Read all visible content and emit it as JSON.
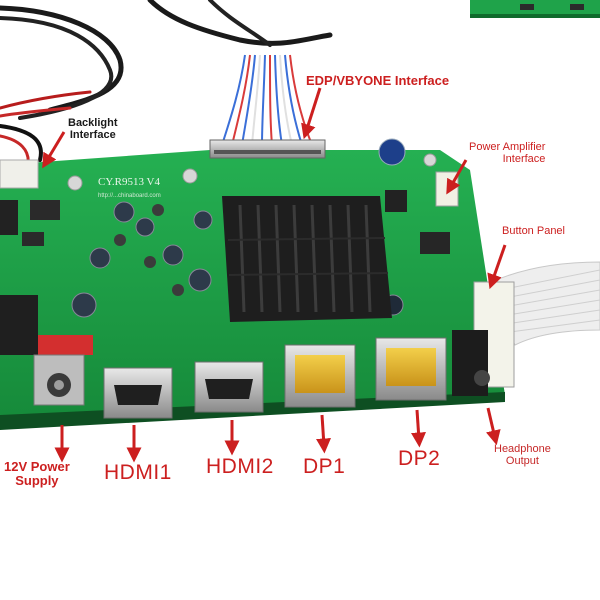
{
  "board": {
    "silkscreen_model": "CY.R9513 V4",
    "silkscreen_url": "http://...chinaboard.com",
    "colors": {
      "pcb": "#1fa34a",
      "pcb_dark": "#178a3c",
      "heatsink": "#1e1e1e",
      "label_red": "#cc1f1f",
      "dp_gold": "#e5b52a"
    }
  },
  "labels": {
    "backlight_line1": "Backlight",
    "backlight_line2": "Interface",
    "edp": "EDP/VBYONE Interface",
    "power_amp_line1": "Power Amplifier",
    "power_amp_line2": "Interface",
    "button_panel": "Button Panel",
    "power_line1": "12V Power",
    "power_line2": "Supply",
    "hdmi1": "HDMI1",
    "hdmi2": "HDMI2",
    "dp1": "DP1",
    "dp2": "DP2",
    "headphone_line1": "Headphone",
    "headphone_line2": "Output"
  }
}
